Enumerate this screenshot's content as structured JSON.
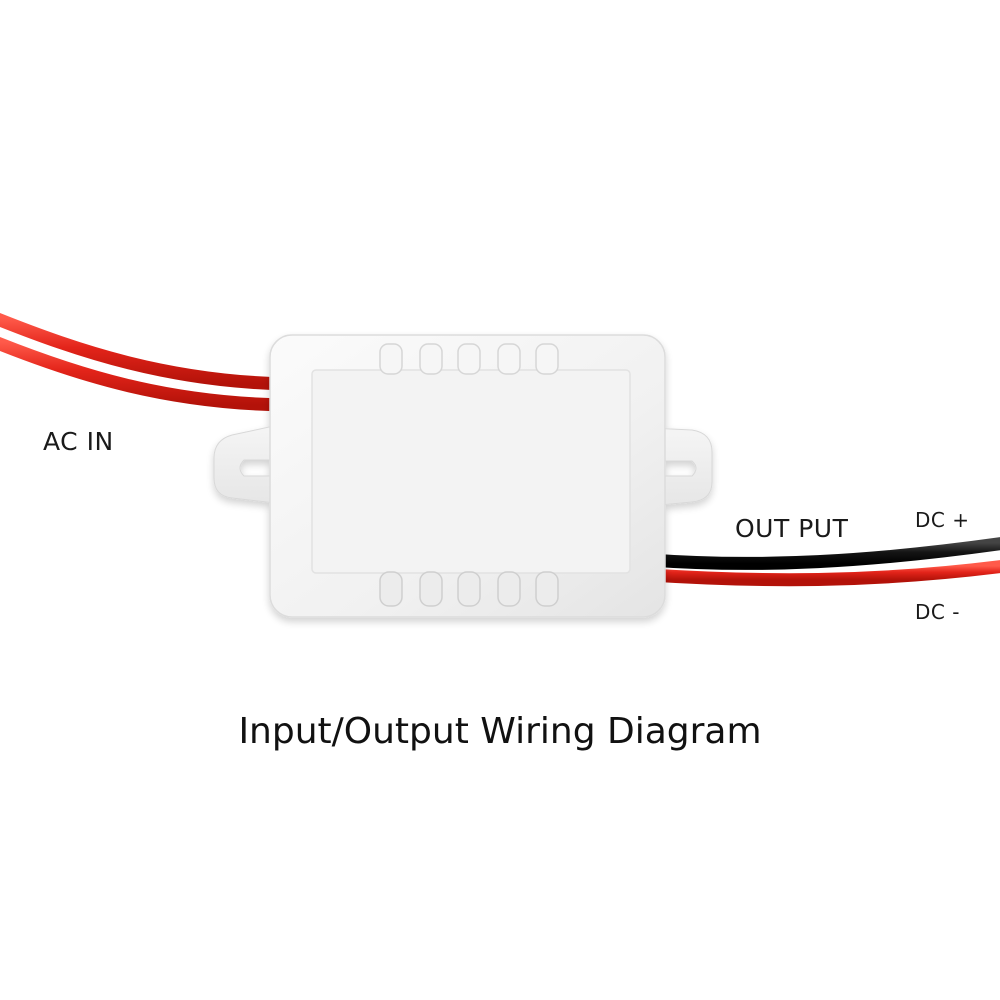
{
  "labels": {
    "ac_in": "AC IN",
    "output": "OUT PUT",
    "dc_plus": "DC +",
    "dc_minus": "DC -",
    "caption": "Input/Output Wiring Diagram"
  },
  "colors": {
    "background": "#ffffff",
    "red_wire": "#e2201a",
    "black_wire": "#141414",
    "housing": "#f4f4f4"
  }
}
